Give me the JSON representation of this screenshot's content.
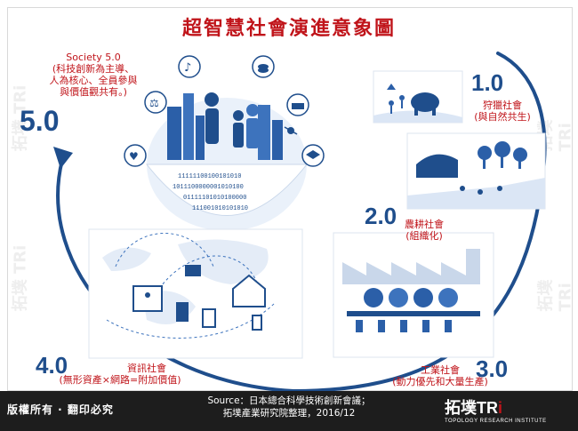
{
  "title": "超智慧社會演進意象圖",
  "eras": {
    "society5": {
      "num": "5.0",
      "name": "Society 5.0",
      "desc": [
        "(科技創新為主導、",
        "人為核心、全員參與",
        "與價值觀共有。)"
      ]
    },
    "hunting": {
      "num": "1.0",
      "name": "狩獵社會",
      "desc": "(與自然共生)"
    },
    "agrarian": {
      "num": "2.0",
      "name": "農耕社會",
      "desc": "(組織化)"
    },
    "industrial": {
      "num": "3.0",
      "name": "工業社會",
      "desc": "(動力優先和大量生產)"
    },
    "information": {
      "num": "4.0",
      "name": "資訊社會",
      "desc": "(無形資產×網路=附加價值)"
    }
  },
  "globe_binary": [
    "11111100100101010",
    "1011100000001010100",
    "01111101010100000",
    "111001010101010"
  ],
  "footer": {
    "rights": "版權所有 · 翻印必究",
    "source_line1": "Source：日本總合科學技術創新會議；",
    "source_line2": "拓墣產業研究院整理，2016/12",
    "logo_cn": "拓墣",
    "logo_en": "TR",
    "logo_i": "i",
    "logo_sub": "TOPOLOGY RESEARCH INSTITUTE"
  },
  "colors": {
    "title_red": "#c0141a",
    "era_blue": "#1f4e8c",
    "panel_blue": "#2b5fa8",
    "footer_bg": "#1d1d1d"
  }
}
